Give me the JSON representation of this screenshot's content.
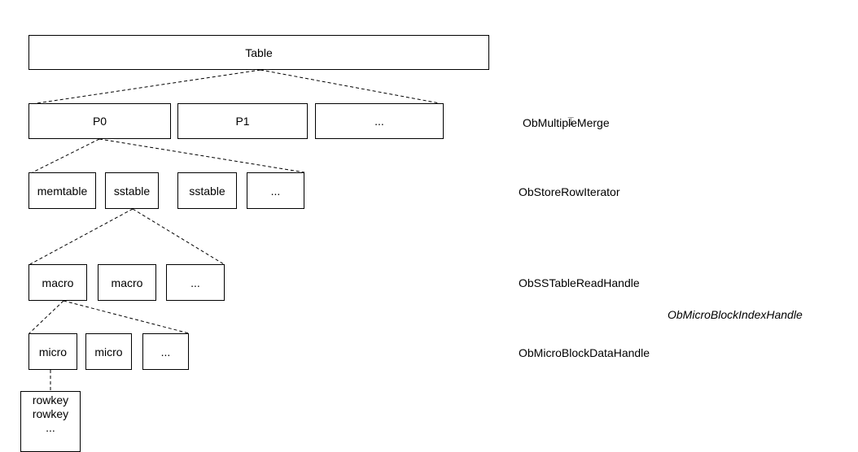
{
  "nodes": {
    "table": "Table",
    "p0": "P0",
    "p1": "P1",
    "p_more": "...",
    "memtable": "memtable",
    "sstable1": "sstable",
    "sstable2": "sstable",
    "s_more": "...",
    "macro1": "macro",
    "macro2": "macro",
    "macro_more": "...",
    "micro1": "micro",
    "micro2": "micro",
    "micro_more": "...",
    "rowkey1": "rowkey",
    "rowkey2": "rowkey",
    "rowkey_more": "..."
  },
  "labels": {
    "multiple_merge": "ObMultipleMerge",
    "store_row_iterator": "ObStoreRowIterator",
    "sstable_read_handle": "ObSSTableReadHandle",
    "micro_block_index_handle": "ObMicroBlockIndexHandle",
    "micro_block_data_handle": "ObMicroBlockDataHandle"
  }
}
